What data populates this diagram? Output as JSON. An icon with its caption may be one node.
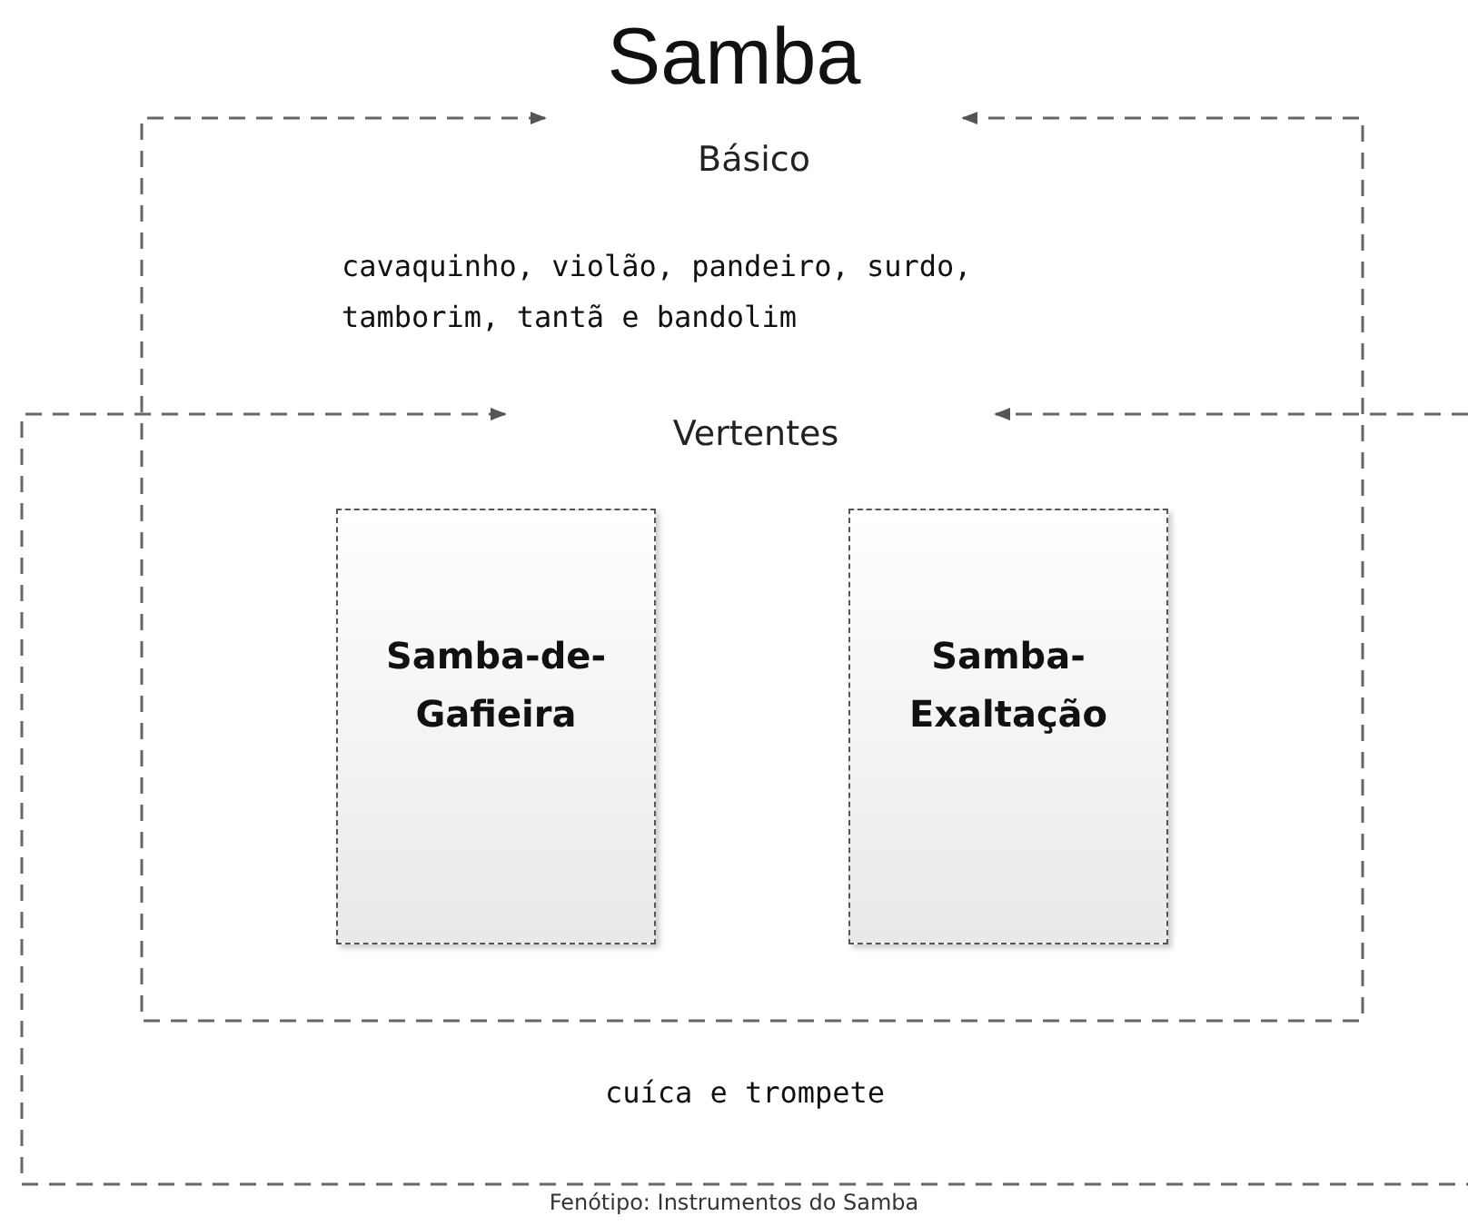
{
  "diagram": {
    "title": "Samba",
    "caption": "Fenótipo: Instrumentos do Samba",
    "nodes": [
      {
        "text": [
          "Básico",
          "cavaquinho, violão, pandeiro, surdo, tamborim, tantã e bandolim"
        ]
      },
      {
        "text": [
          "Vertentes"
        ]
      },
      {
        "text": [
          "cuíca e trompete"
        ]
      },
      {
        "text": [
          "Samba-de-Gafieira"
        ]
      },
      {
        "text": [
          "Samba-Exaltação"
        ]
      }
    ]
  }
}
